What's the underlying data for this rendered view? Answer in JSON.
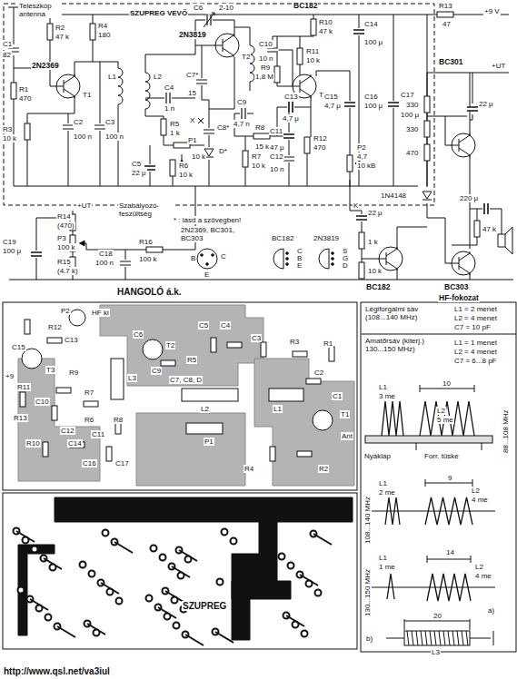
{
  "diagram": {
    "nodes": [
      {
        "text": [
          "SZUPREG VEVŐ"
        ]
      },
      {
        "text": [
          "Légiforgalmi sáv (108...140 MHz)",
          "L1 = 2 menet",
          "L2 = 4 menet",
          "C7 = 10 pF",
          "Amatőrsáv (kiterj.) 130...150 MHz)",
          "L1 = 1 menet",
          "L2 = 4 menet",
          "C7 = 6...8 pF"
        ]
      }
    ],
    "labels": [
      "Teleszkóp antenna",
      "C1",
      "82",
      "R2",
      "47 k",
      "2N2369",
      "T1",
      "R4",
      "180",
      "R1",
      "470",
      "R3",
      "10 k",
      "C2",
      "100 n",
      "C3",
      "100 n",
      "L1",
      "L2",
      "C4",
      "1 n",
      "R5",
      "1 k",
      "P1",
      "10 k",
      "C5",
      "22 μ",
      "R6",
      "10 k",
      "C6",
      "2-10",
      "2N3819",
      "T2",
      "C7*",
      "15",
      "L3",
      "X",
      "C8*",
      "D*",
      "C9",
      "4,7 n",
      "R8",
      "15 k",
      "R7",
      "10 k",
      "BC182",
      "R10",
      "47 k",
      "C14",
      "100 μ",
      "R13",
      "47",
      "+9 V",
      "R11",
      "10 k",
      "C10",
      "10 n",
      "R9",
      "1,8 M",
      "T3",
      "C13",
      "4,7 μ",
      "C11",
      "47 μ",
      "C12",
      "10 n",
      "R12",
      "470",
      "C15",
      "4,7 μ",
      "C16",
      "100 μ",
      "C17",
      "100 μ",
      "P2",
      "4,7",
      "10 kB",
      "K",
      "BC301",
      "+UT",
      "330",
      "330",
      "470",
      "22 μ",
      "220 μ",
      "1N4148",
      "47 k",
      "22 μ",
      "1 k",
      "10 k",
      "BC182",
      "BC303",
      "HF-fokozat",
      "R14",
      "(470)",
      "+UT",
      "P3",
      "100 k",
      "C19",
      "100 μ",
      "R15",
      "(4.7 k)",
      "Szabályozó-feszültség",
      "R16",
      "100 k",
      "C18",
      "100 n",
      "* : lásd a szövegben!",
      "2N2369, BC301, BC303",
      "BC182",
      "2N3819",
      "B",
      "C",
      "E",
      "C",
      "B",
      "E",
      "S",
      "G",
      "D",
      "HANGOLÓ á.k.",
      "P2",
      "HF ki",
      "R12",
      "C13",
      "C15",
      "T3",
      "+9",
      "R11",
      "R9",
      "C10",
      "R7",
      "R13",
      "R6",
      "C12",
      "R10",
      "C14",
      "C11",
      "C16",
      "C17",
      "L3",
      "C6",
      "T2",
      "C9",
      "R5",
      "C5",
      "C4",
      "C7, C8, D",
      "L2",
      "C3",
      "R3",
      "R1",
      "C2",
      "L1",
      "C1",
      "T1",
      "Ant",
      "R8",
      "P1",
      "R4",
      "R2",
      "SZUPREG",
      "88...108 MHz",
      "L1",
      "3 me",
      "10",
      "L2",
      "5 me",
      "Nyáklap",
      "Forr. tüske",
      "108...140 MHz",
      "L1",
      "2 me",
      "9",
      "L2",
      "4 me",
      "130...150 MHz",
      "L1",
      "1 me",
      "14",
      "L2",
      "4 me",
      "a)",
      "20",
      "L3",
      "b)",
      "http://www.qsl.net/va3iul"
    ]
  }
}
